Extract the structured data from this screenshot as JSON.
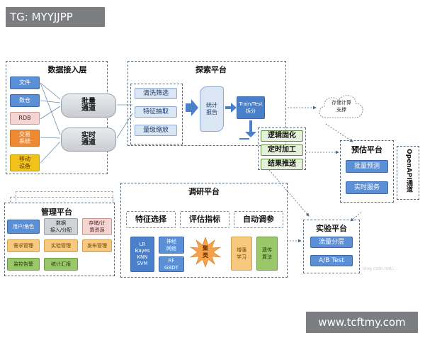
{
  "watermark_top": "TG: MYYJJPP",
  "watermark_bottom": "www.tcftmy.com",
  "credit": "blog.csdn.net/...",
  "data_access": {
    "title": "数据接入层",
    "sources": [
      "文件",
      "数仓",
      "RDB",
      "交易\n系统",
      "移动\n设备"
    ],
    "channels": [
      "批量\n通道",
      "实时\n通道"
    ]
  },
  "explore": {
    "title": "探索平台",
    "steps": [
      "清洗筛选",
      "特征抽取",
      "量级缩放"
    ],
    "stats": "统计\n报告",
    "train": "Train/Test\n拆分",
    "outputs": [
      "逻辑固化",
      "定时加工",
      "结果推送"
    ]
  },
  "cloud": "存储计算\n支撑",
  "predict": {
    "title": "预估平台",
    "items": [
      "批量预测",
      "实时服务"
    ],
    "openapi": "OpenAPI通道"
  },
  "management": {
    "title": "管理平台",
    "items": [
      "用户/角色",
      "数据\n接入/分配",
      "存储/计\n算资源",
      "需求管理",
      "实验管理",
      "发布管理",
      "监控告警",
      "统计汇报"
    ]
  },
  "research": {
    "title": "调研平台",
    "tabs": [
      "特征选择",
      "评估指标",
      "自动调参"
    ],
    "algos": [
      "LR\nBayes\nKNN\nSVM",
      "神经\n网络",
      "RF\nGBDT",
      "聚\n类",
      "增强\n学习",
      "遗传\n算法"
    ]
  },
  "experiment": {
    "title": "实验平台",
    "items": [
      "流量分层",
      "A/B Test"
    ]
  }
}
